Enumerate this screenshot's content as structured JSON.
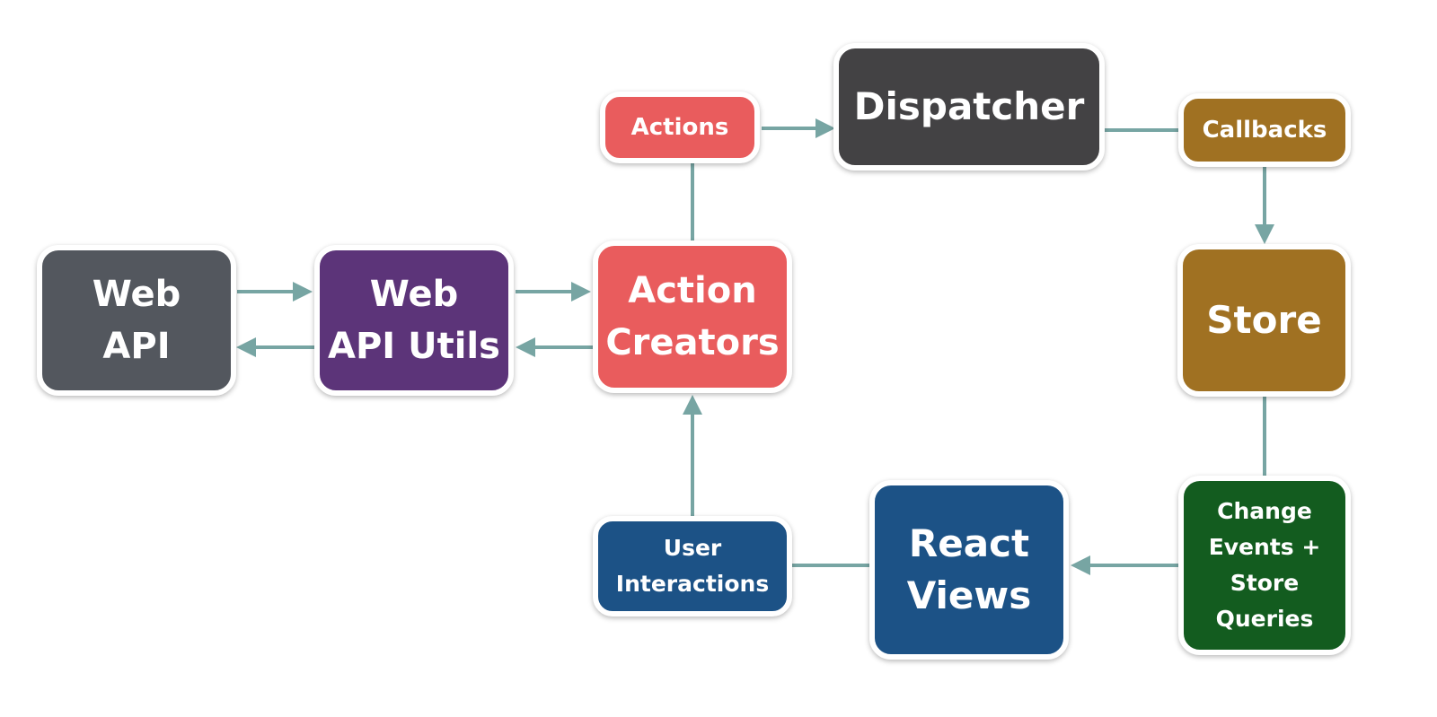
{
  "nodes": {
    "web_api": {
      "label": "Web\nAPI",
      "color": "#53575e"
    },
    "web_api_utils": {
      "label": "Web\nAPI Utils",
      "color": "#5c3479"
    },
    "action_creators": {
      "label": "Action\nCreators",
      "color": "#e95c5d"
    },
    "actions": {
      "label": "Actions",
      "color": "#e95c5d"
    },
    "dispatcher": {
      "label": "Dispatcher",
      "color": "#434244"
    },
    "callbacks": {
      "label": "Callbacks",
      "color": "#a07122"
    },
    "store": {
      "label": "Store",
      "color": "#a07122"
    },
    "change_events": {
      "label": "Change\nEvents +\nStore\nQueries",
      "color": "#135c1f"
    },
    "react_views": {
      "label": "React\nViews",
      "color": "#1c5286"
    },
    "user_interactions": {
      "label": "User\nInteractions",
      "color": "#1c5286"
    }
  },
  "connector_color": "#77a5a3"
}
